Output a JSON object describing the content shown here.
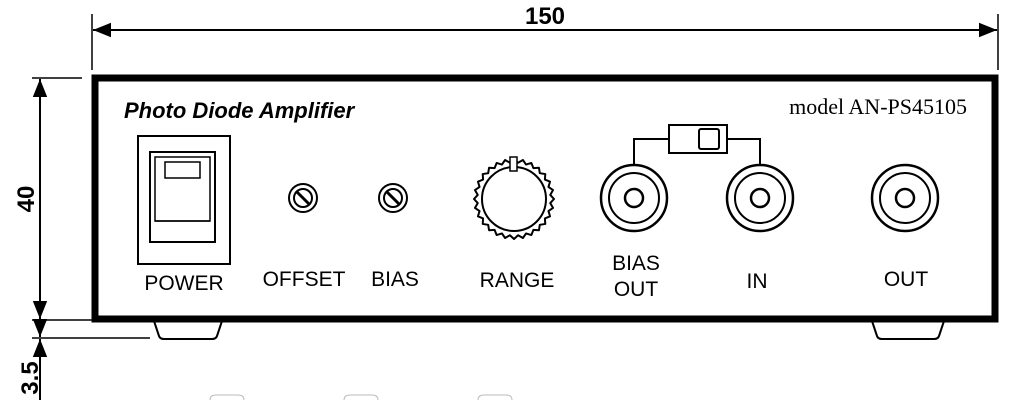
{
  "dimensions": {
    "width": "150",
    "height": "40",
    "foot_height": "3.5"
  },
  "panel": {
    "title": "Photo Diode Amplifier",
    "model": "model AN-PS45105"
  },
  "controls": {
    "power": "POWER",
    "offset": "OFFSET",
    "bias": "BIAS",
    "range": "RANGE",
    "bias_out_line1": "BIAS",
    "bias_out_line2": "OUT",
    "in": "IN",
    "out": "OUT"
  }
}
